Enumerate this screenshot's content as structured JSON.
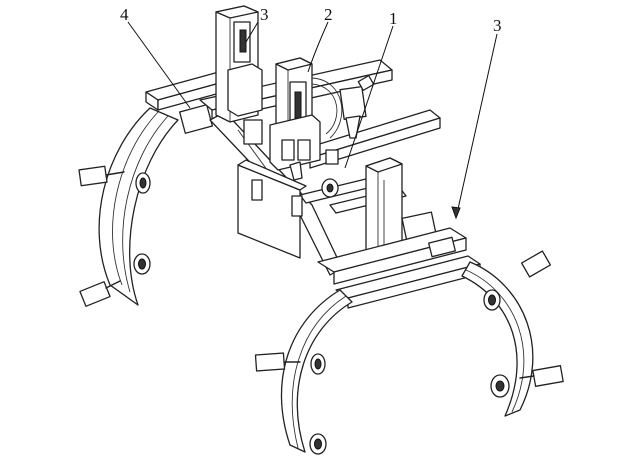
{
  "callouts": [
    {
      "id": "c4",
      "text": "4"
    },
    {
      "id": "c3a",
      "text": "3"
    },
    {
      "id": "c2",
      "text": "2"
    },
    {
      "id": "c1",
      "text": "1"
    },
    {
      "id": "c3b",
      "text": "3"
    }
  ],
  "colors": {
    "line": "#222222",
    "background": "#ffffff"
  }
}
